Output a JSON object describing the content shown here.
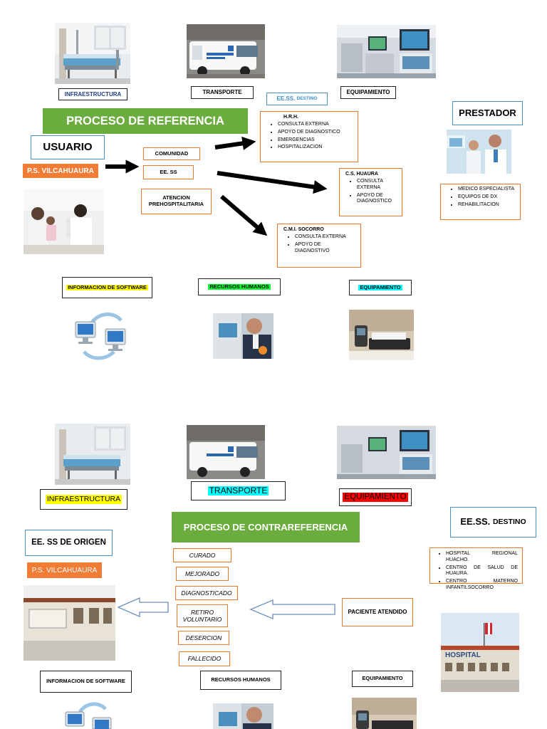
{
  "referencia": {
    "title": "PROCESO DE REFERENCIA",
    "labels": {
      "infraestructura": "INFRAESTRUCTURA",
      "transporte": "TRANSPORTE",
      "equipamiento": "EQUIPAMIENTO",
      "eess_prefix": "EE.SS.",
      "eess_destino": "DESTINO",
      "prestador": "PRESTADOR",
      "usuario": "USUARIO",
      "ps_vilcahuaura": "P.S. VILCAHUAURA",
      "comunidad": "COMUNIDAD",
      "eess": "EE. SS",
      "atencion": "ATENCION PREHOSPITALITARIA",
      "informacion_software": "INFORMACION DE SOFTWARE",
      "recursos_humanos": "RECURSOS HUMANOS",
      "equipamiento_bottom": "EQUIPAMIENTO"
    },
    "hrh": {
      "title": "H.R.H.",
      "items": [
        "CONSULTA EXTERNA",
        "APOYO DE DIAGNOSTICO",
        "EMERGENCIAS",
        "HOSPITALIZACION"
      ]
    },
    "cs_huaura": {
      "title": "C.S. HUAURA",
      "items": [
        "CONSULTA EXTERNA",
        "APOYO DE DIAGNOSTICO"
      ]
    },
    "cmi_socorro": {
      "title": "C.M.I. SOCORRO",
      "items": [
        "CONSULTA EXTERNA",
        "APOYO DE DIAGNOSTIVO"
      ]
    },
    "prestador_items": [
      "MEDICO ESPECIALISTA",
      "EQUIPOS DE DX",
      "REHABILITACION"
    ]
  },
  "contrareferencia": {
    "title": "PROCESO DE CONTRAREFERENCIA",
    "labels": {
      "infraestructura": "INFRAESTRUCTURA",
      "transporte": "TRANSPORTE",
      "equipamiento": "EQUIPAMIENTO",
      "eess_prefix": "EE.SS.",
      "eess_destino": "DESTINO",
      "eess_origen": "EE. SS DE ORIGEN",
      "ps_vilcahuaura": "P.S. VILCAHUAURA",
      "paciente_atendido": "PACIENTE ATENDIDO",
      "informacion_software": "INFORMACION DE SOFTWARE",
      "recursos_humanos": "RECURSOS HUMANOS",
      "equipamiento_bottom": "EQUIPAMIENTO"
    },
    "estados": [
      "CURADO",
      "MEJORADO",
      "DIAGNOSTICADO",
      "RETIRO VOLUNTARIO",
      "DESERCION",
      "FALLECIDO"
    ],
    "destino_items": [
      "HOSPITAL REGIONAL HUACHO.",
      "CENTRO DE SALUD DE HUAURA.",
      "CENTRO MATERNO INFANTILSOCORRO"
    ]
  }
}
